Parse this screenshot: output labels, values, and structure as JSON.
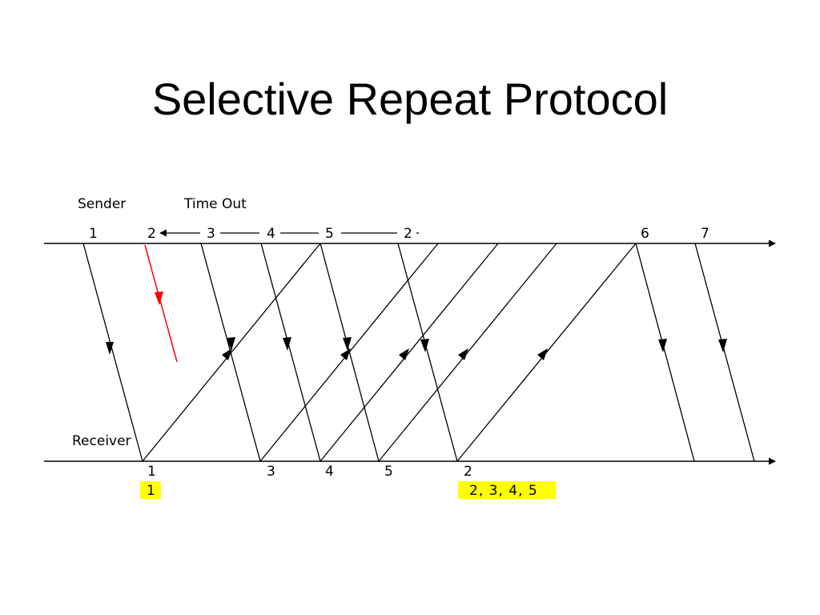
{
  "title": "Selective Repeat Protocol",
  "labels": {
    "sender": "Sender",
    "timeout": "Time Out",
    "receiver": "Receiver"
  },
  "sender_frames": [
    "1",
    "2",
    "3",
    "4",
    "5",
    "2",
    "6",
    "7"
  ],
  "receiver_frames": [
    "1",
    "3",
    "4",
    "5",
    "2"
  ],
  "delivered": {
    "first": "1",
    "second": "2, 3, 4, 5"
  },
  "colors": {
    "lost_frame": "#ff0000",
    "highlight": "#ffff00",
    "line": "#000000"
  }
}
